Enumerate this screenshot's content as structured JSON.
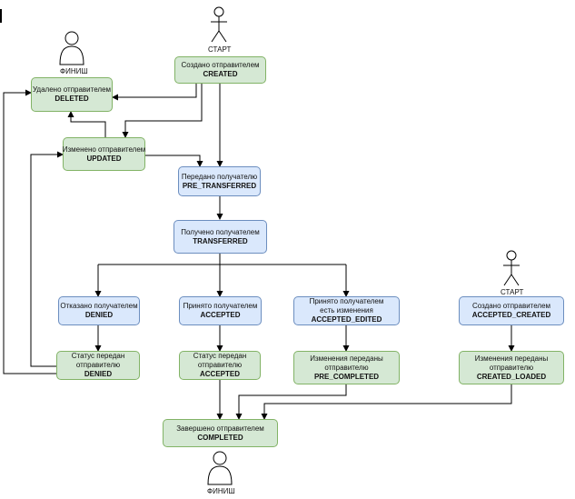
{
  "nodes": {
    "created": {
      "line1": "Создано отправителем",
      "line2": "CREATED"
    },
    "deleted": {
      "line1": "Удалено отправителем",
      "line2": "DELETED"
    },
    "updated": {
      "line1": "Изменено отправителем",
      "line2": "UPDATED"
    },
    "pre_transferred": {
      "line1": "Передано получателю",
      "line2": "PRE_TRANSFERRED"
    },
    "transferred": {
      "line1": "Получено получателем",
      "line2": "TRANSFERRED"
    },
    "denied": {
      "line1": "Отказано получателем",
      "line2": "DENIED"
    },
    "accepted": {
      "line1": "Принято получателем",
      "line2": "ACCEPTED"
    },
    "accepted_edited": {
      "line1": "Принято получателем",
      "line1b": "есть изменения",
      "line2": "ACCEPTED_EDITED"
    },
    "accepted_created": {
      "line1": "Создано отправителем",
      "line2": "ACCEPTED_CREATED"
    },
    "status_denied": {
      "line1": "Статус передан",
      "line1b": "отправителю",
      "line2": "DENIED"
    },
    "status_accepted": {
      "line1": "Статус передан",
      "line1b": "отправителю",
      "line2": "ACCEPTED"
    },
    "pre_completed": {
      "line1": "Изменения переданы",
      "line1b": "отправителю",
      "line2": "PRE_COMPLETED"
    },
    "created_loaded": {
      "line1": "Изменения переданы",
      "line1b": "отправителю",
      "line2": "CREATED_LOADED"
    },
    "completed": {
      "line1": "Завершено отправителем",
      "line2": "COMPLETED"
    }
  },
  "actors": {
    "start_top": "СТАРТ",
    "finish_top": "ФИНИШ",
    "start_right": "СТАРТ",
    "finish_bottom": "ФИНИШ"
  },
  "colors": {
    "green_fill": "#d5e8d4",
    "green_stroke": "#82b366",
    "blue_fill": "#dae8fc",
    "blue_stroke": "#6c8ebf"
  }
}
